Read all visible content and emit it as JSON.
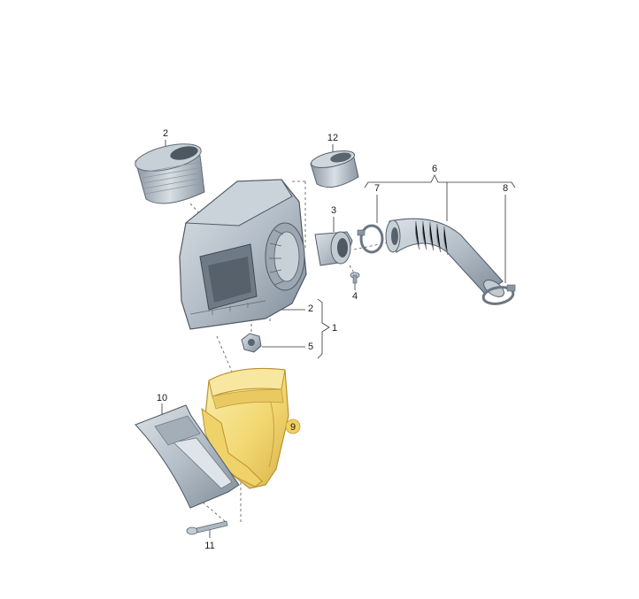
{
  "diagram": {
    "callouts": {
      "c1": "1",
      "c2_filter": "2",
      "c2_housing": "2",
      "c3": "3",
      "c4": "4",
      "c5": "5",
      "c6": "6",
      "c7": "7",
      "c8": "8",
      "c9": "9",
      "c10": "10",
      "c11": "11",
      "c12": "12"
    },
    "parts": [
      {
        "id": "air-filter-element",
        "callout": "2"
      },
      {
        "id": "air-filter-housing",
        "callout": "1"
      },
      {
        "id": "mass-airflow-adapter",
        "callout": "3"
      },
      {
        "id": "housing-screw",
        "callout": "4"
      },
      {
        "id": "grommet-nut",
        "callout": "5"
      },
      {
        "id": "intake-hose",
        "callout": "6"
      },
      {
        "id": "hose-clamp-small",
        "callout": "7"
      },
      {
        "id": "hose-clamp-large",
        "callout": "8"
      },
      {
        "id": "air-intake-duct",
        "callout": "9",
        "highlighted": true
      },
      {
        "id": "air-guide-panel",
        "callout": "10"
      },
      {
        "id": "mounting-bolt",
        "callout": "11"
      },
      {
        "id": "connecting-sleeve",
        "callout": "12"
      }
    ],
    "colors": {
      "part_fill": "#b9c3cc",
      "part_shadow": "#7d8a96",
      "part_light": "#dde3e8",
      "highlight_fill": "#f4e08a",
      "highlight_shadow": "#d8b850",
      "highlight_badge": "#f0d060",
      "leader": "#333333"
    }
  }
}
